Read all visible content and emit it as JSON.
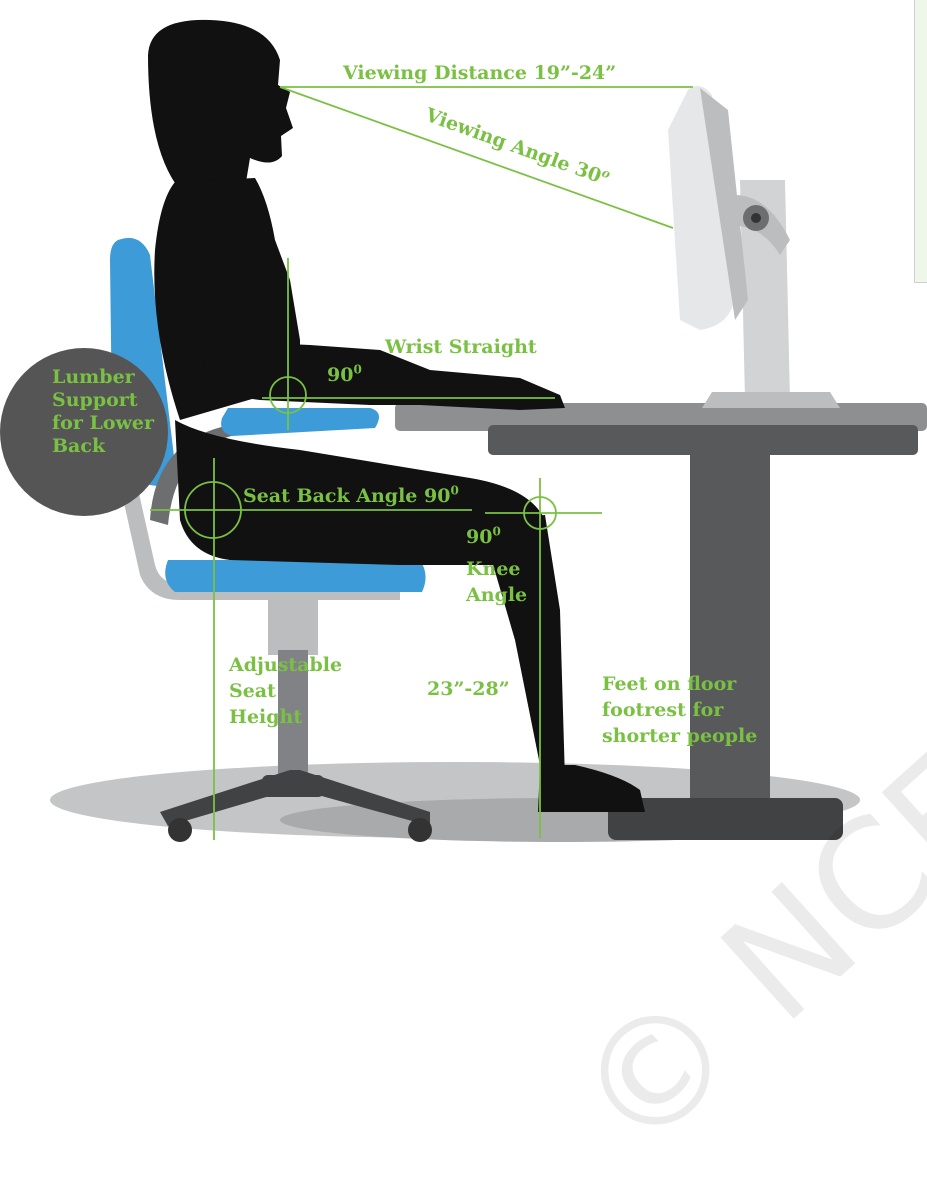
{
  "labels": {
    "viewing_distance": "Viewing Distance 19”-24”",
    "viewing_angle_text": "Viewing Angle 30",
    "viewing_angle_sup": "o",
    "wrist_straight": "Wrist Straight",
    "elbow_angle": "90",
    "elbow_angle_sup": "0",
    "lumbar_lines": [
      "Lumber",
      "Support",
      "for Lower",
      "Back"
    ],
    "seat_back_angle": "Seat Back Angle 90",
    "seat_back_angle_sup": "0",
    "knee_angle_value": "90",
    "knee_angle_sup": "0",
    "knee_lines": [
      "Knee",
      "Angle"
    ],
    "seat_height_lines": [
      "Adjustable",
      "Seat",
      "Height"
    ],
    "desk_height": "23”-28”",
    "feet_lines": [
      "Feet on floor",
      "footrest for",
      "shorter people"
    ]
  },
  "watermark": "© NCERT not to be republished",
  "colors": {
    "accent": "#7ac143",
    "silhouette": "#111111",
    "chair_blue": "#3d9bd8",
    "chair_frame": "#bcbdbf",
    "desk": "#58595b",
    "monitor": "#d1d3d4",
    "floor_shadow": "#b5b6b8",
    "lumbar_badge": "#555555"
  }
}
